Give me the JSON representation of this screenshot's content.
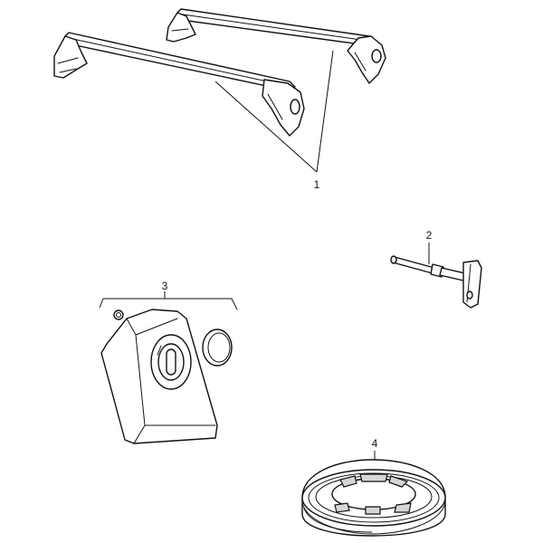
{
  "callouts": [
    {
      "number": "1",
      "part": "roof-bars"
    },
    {
      "number": "2",
      "part": "key"
    },
    {
      "number": "3",
      "part": "lock-cover-set"
    },
    {
      "number": "4",
      "part": "ring-seal"
    }
  ],
  "colors": {
    "line": "#111111",
    "shade": "#d6d6d6",
    "background": "#ffffff"
  }
}
